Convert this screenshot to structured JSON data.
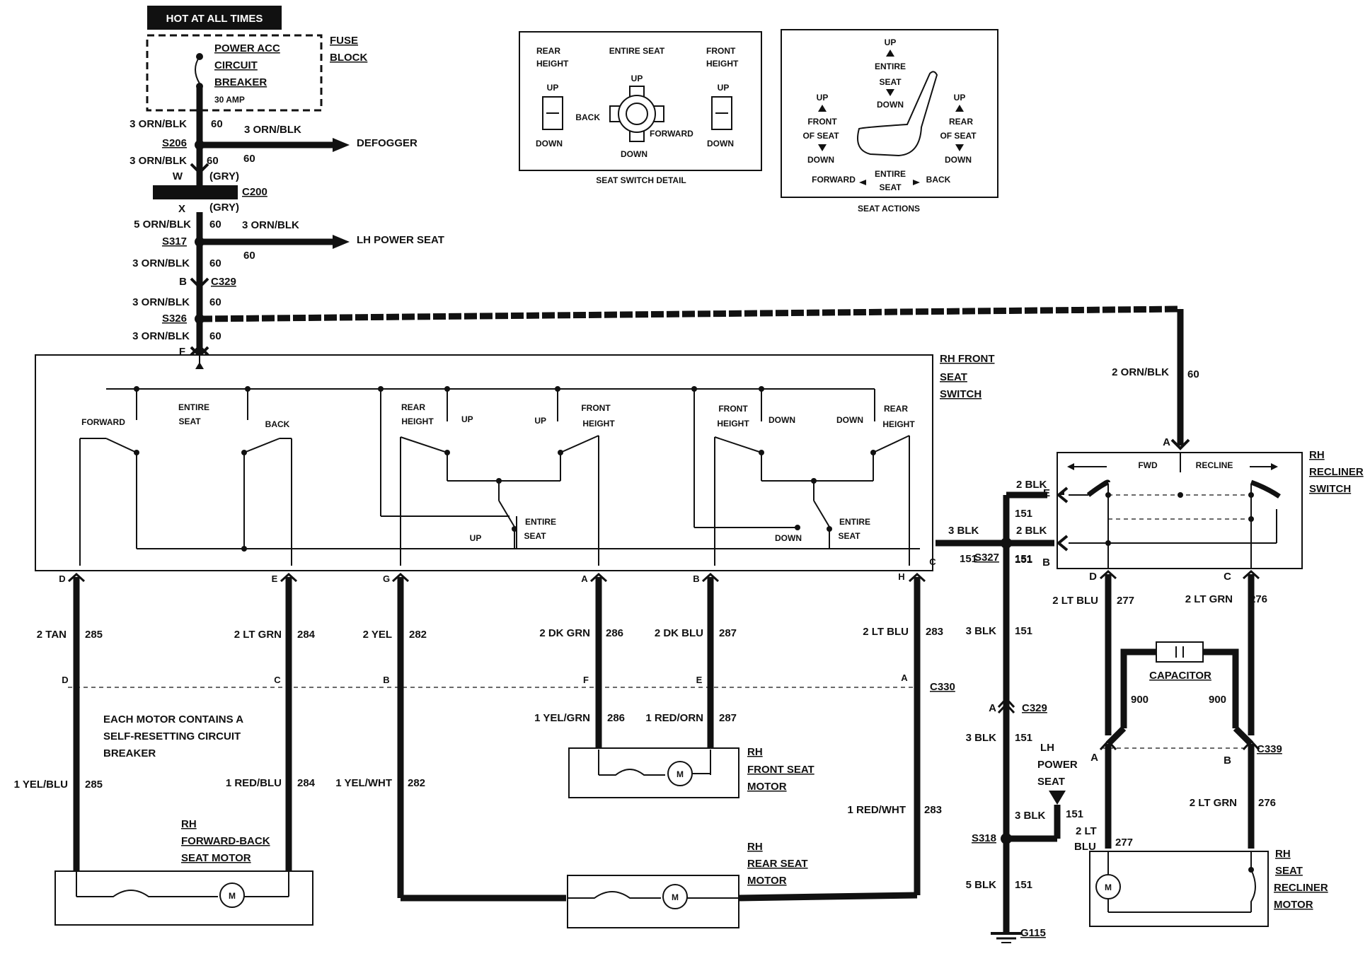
{
  "top": {
    "hot_banner": "HOT AT ALL TIMES",
    "breaker_line1": "POWER ACC",
    "breaker_line2": "CIRCUIT",
    "breaker_line3": "BREAKER",
    "breaker_amp": "30 AMP",
    "fuse_line1": "FUSE",
    "fuse_line2": "BLOCK"
  },
  "feed": {
    "w1": "3 ORN/BLK",
    "w1_circuit": "60",
    "s206": "S206",
    "defogger_wire": "3 ORN/BLK",
    "defogger": "DEFOGGER",
    "w2": "3 ORN/BLK",
    "w2_circuit": "60",
    "w2_circuit_b": "60",
    "pin_w": "W",
    "gry_top": "(GRY)",
    "c200": "C200",
    "pin_x": "X",
    "gry_bottom": "(GRY)",
    "w3": "5 ORN/BLK",
    "w3_circuit": "60",
    "s317": "S317",
    "lh_seat_wire": "3 ORN/BLK",
    "lh_seat": "LH POWER SEAT",
    "w4": "3 ORN/BLK",
    "w4_circuit": "60",
    "w4_circuit_b": "60",
    "pin_b": "B",
    "c329_top": "C329",
    "w5": "3 ORN/BLK",
    "w5_circuit": "60",
    "s326": "S326",
    "w6": "3 ORN/BLK",
    "w6_circuit": "60",
    "pin_f": "F"
  },
  "seat_switch_detail": {
    "rear_height_1": "REAR",
    "rear_height_2": "HEIGHT",
    "entire_seat": "ENTIRE SEAT",
    "front_height_1": "FRONT",
    "front_height_2": "HEIGHT",
    "up_left": "UP",
    "down_left": "DOWN",
    "up_center": "UP",
    "back": "BACK",
    "forward": "FORWARD",
    "down_center": "DOWN",
    "up_right": "UP",
    "down_right": "DOWN",
    "caption": "SEAT SWITCH DETAIL"
  },
  "seat_actions": {
    "up_top": "UP",
    "entire_top": "ENTIRE",
    "seat_top": "SEAT",
    "down_top": "DOWN",
    "up_front": "UP",
    "front": "FRONT",
    "of_seat_front": "OF SEAT",
    "down_front": "DOWN",
    "up_rear": "UP",
    "rear": "REAR",
    "of_seat_rear": "OF SEAT",
    "down_rear": "DOWN",
    "forward": "FORWARD",
    "entire_bottom": "ENTIRE",
    "seat_bottom": "SEAT",
    "back": "BACK",
    "caption": "SEAT ACTIONS"
  },
  "rh_front_switch": {
    "title1": "RH FRONT",
    "title2": "SEAT",
    "title3": "SWITCH",
    "forward": "FORWARD",
    "entire": "ENTIRE",
    "seat": "SEAT",
    "back": "BACK",
    "rear": "REAR",
    "height": "HEIGHT",
    "up": "UP",
    "up2": "UP",
    "front": "FRONT",
    "height2": "HEIGHT",
    "front3": "FRONT",
    "height3": "HEIGHT",
    "down": "DOWN",
    "down2": "DOWN",
    "rear4": "REAR",
    "height4": "HEIGHT",
    "up_low": "UP",
    "entire_low": "ENTIRE",
    "seat_low": "SEAT",
    "down_low": "DOWN",
    "entire_low2": "ENTIRE",
    "seat_low2": "SEAT",
    "pins": [
      "D",
      "E",
      "G",
      "A",
      "B",
      "H",
      "C"
    ]
  },
  "wires": {
    "tan": "2 TAN",
    "tan_c": "285",
    "ltgrn": "2 LT GRN",
    "ltgrn_c": "284",
    "yel": "2 YEL",
    "yel_c": "282",
    "dkgrn": "2 DK GRN",
    "dkgrn_c": "286",
    "dkblu": "2 DK BLU",
    "dkblu_c": "287",
    "ltblu": "2 LT BLU",
    "ltblu_c": "283",
    "c330": "C330",
    "c330_pins": [
      "D",
      "C",
      "B",
      "F",
      "E",
      "A"
    ],
    "yelgrn": "1 YEL/GRN",
    "yelgrn_c": "286",
    "redorn": "1 RED/ORN",
    "redorn_c": "287",
    "yelblu": "1 YEL/BLU",
    "yelblu_c": "285",
    "redblu": "1 RED/BLU",
    "redblu_c": "284",
    "yelwht": "1 YEL/WHT",
    "yelwht_c": "282",
    "redwht": "1 RED/WHT",
    "redwht_c": "283",
    "note1": "EACH MOTOR CONTAINS A",
    "note2": "SELF-RESETTING CIRCUIT",
    "note3": "BREAKER"
  },
  "motors": {
    "fwd_back_1": "RH",
    "fwd_back_2": "FORWARD-BACK",
    "fwd_back_3": "SEAT MOTOR",
    "front_1": "RH",
    "front_2": "FRONT SEAT",
    "front_3": "MOTOR",
    "rear_1": "RH",
    "rear_2": "REAR SEAT",
    "rear_3": "MOTOR",
    "m": "M"
  },
  "ground": {
    "blk3": "3 BLK",
    "blk3_c": "151",
    "s327": "S327",
    "s327_c": "151",
    "blk3b": "3 BLK",
    "blk3b_c": "151",
    "pin_a": "A",
    "c329": "C329",
    "blk3c": "3 BLK",
    "blk3c_c": "151",
    "lh1": "LH",
    "lh2": "POWER",
    "lh3": "SEAT",
    "blk3d": "3 BLK",
    "blk3d_c": "151",
    "s318": "S318",
    "blk5": "5 BLK",
    "blk5_c": "151",
    "g115": "G115"
  },
  "recliner": {
    "orn": "2 ORN/BLK",
    "orn_c": "60",
    "pin_a": "A",
    "title1": "RH",
    "title2": "RECLINER",
    "title3": "SWITCH",
    "fwd": "FWD",
    "recline": "RECLINE",
    "blk_e": "2 BLK",
    "c151_e": "151",
    "pin_e": "E",
    "blk_b": "2 BLK",
    "c151_b": "151",
    "pin_b": "B",
    "pin_d": "D",
    "pin_c": "C",
    "ltblu": "2 LT BLU",
    "ltblu_c": "277",
    "ltgrn": "2 LT GRN",
    "ltgrn_c": "276",
    "capacitor": "CAPACITOR",
    "c900a": "900",
    "c900b": "900",
    "pin_a2": "A",
    "pin_b2": "B",
    "c339": "C339",
    "ltgrn2": "2 LT GRN",
    "ltgrn2_c": "276",
    "ltblu2a": "2 LT",
    "ltblu2b": "BLU",
    "ltblu2_c": "277",
    "motor1": "RH",
    "motor2": "SEAT",
    "motor3": "RECLINER",
    "motor4": "MOTOR",
    "m": "M"
  }
}
